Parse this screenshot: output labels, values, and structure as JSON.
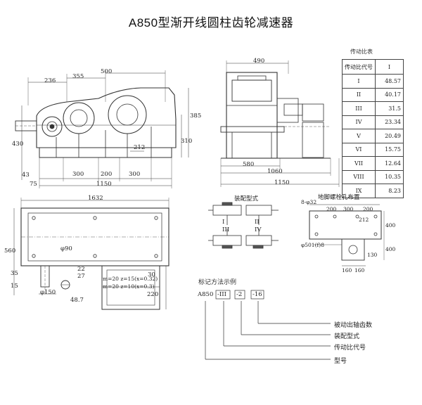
{
  "title": "A850型渐开线圆柱齿轮减速器",
  "front_view": {
    "dims": [
      "236",
      "355",
      "500",
      "385",
      "310",
      "430",
      "43",
      "75",
      "300",
      "200",
      "300",
      "1150",
      "212"
    ]
  },
  "side_view": {
    "dims": [
      "490",
      "580",
      "1060",
      "1150"
    ]
  },
  "plan_view": {
    "dims": [
      "1632",
      "560",
      "φ90",
      "35",
      "15",
      "φ150",
      "22",
      "27",
      "m=20 z=15(x=0.32)",
      "m=20 z=10(x=0.3)",
      "48.7",
      "220",
      "30"
    ]
  },
  "assembly": {
    "title": "装配型式",
    "labels": [
      "I",
      "II",
      "III",
      "IV"
    ]
  },
  "bolt_layout": {
    "title": "地脚螺栓孔布置",
    "dims": [
      "8-φ32",
      "200",
      "300",
      "200",
      "400",
      "212",
      "φ501(f)8",
      "400",
      "130",
      "160",
      "160"
    ]
  },
  "ratio_table": {
    "caption": "传动比表",
    "header_left": "传动比代号",
    "header_right": "I",
    "rows": [
      {
        "code": "I",
        "ratio": "48.57"
      },
      {
        "code": "II",
        "ratio": "40.17"
      },
      {
        "code": "III",
        "ratio": "31.5"
      },
      {
        "code": "IV",
        "ratio": "23.34"
      },
      {
        "code": "V",
        "ratio": "20.49"
      },
      {
        "code": "VI",
        "ratio": "15.75"
      },
      {
        "code": "VII",
        "ratio": "12.64"
      },
      {
        "code": "VIII",
        "ratio": "10.35"
      },
      {
        "code": "IX",
        "ratio": "8.23"
      }
    ]
  },
  "marking": {
    "title": "标记方法示例",
    "code_parts": [
      "A850",
      "-III",
      "-2",
      "-16"
    ],
    "legend": [
      "被动出轴齿数",
      "装配型式",
      "传动比代号",
      "型号"
    ]
  }
}
